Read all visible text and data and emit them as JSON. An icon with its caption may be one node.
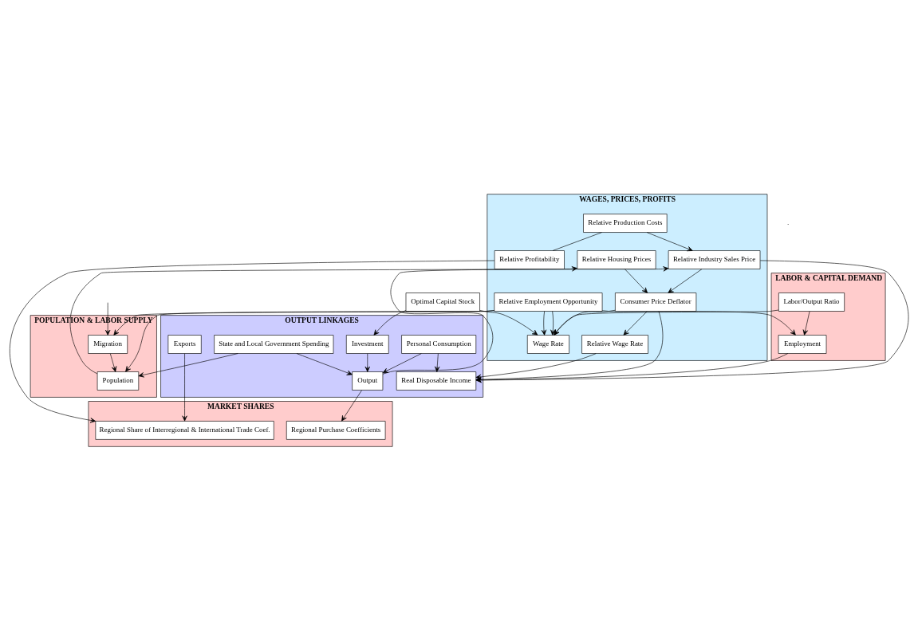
{
  "diagram": {
    "nodes": [
      {
        "text": [
          "OUTPUT LINKAGES"
        ]
      },
      {
        "text": [
          "State and Local Government Spending"
        ],
        "in": 0
      },
      {
        "text": [
          "Output"
        ],
        "in": 0
      },
      {
        "text": [
          "Personal Consumption"
        ],
        "in": 0
      },
      {
        "text": [
          "Investment"
        ],
        "in": 0
      },
      {
        "text": [
          "Exports"
        ],
        "in": 0
      },
      {
        "text": [
          "Real Disposable Income"
        ],
        "in": 0
      },
      {
        "text": [
          "POPULATION & LABOR SUPPLY"
        ]
      },
      {
        "text": [
          "Population"
        ],
        "in": 7
      },
      {
        "text": [
          "Migration"
        ],
        "in": 7
      },
      {
        "text": [
          "LABOR & CAPITAL DEMAND"
        ]
      },
      {
        "text": [
          "Optimal Capital Stock"
        ]
      },
      {
        "text": [
          "Employment"
        ],
        "in": 10
      },
      {
        "text": [
          "Labor/Output Ratio"
        ],
        "in": 10
      },
      {
        "text": [
          "MARKET SHARES"
        ]
      },
      {
        "text": [
          "Regional Purchase Coefficients"
        ],
        "in": 14
      },
      {
        "text": [
          "Regional Share of Interregional & International Trade Coef."
        ],
        "in": 14
      },
      {
        "text": [
          "WAGES, PRICES, PROFITS"
        ]
      },
      {
        "text": [
          "Relative Employment Opportunity"
        ],
        "in": 17
      },
      {
        "text": [
          "Wage Rate"
        ],
        "in": 17
      },
      {
        "text": [
          "Relative Production Costs"
        ],
        "in": 17
      },
      {
        "text": [
          "Relative Profitability"
        ],
        "in": 17
      },
      {
        "text": [
          "Consumer Price Deflator"
        ],
        "in": 17
      },
      {
        "text": [
          "Relative Housing Prices"
        ],
        "in": 17
      },
      {
        "text": [
          "Relative Wage Rate"
        ],
        "in": 17
      },
      {
        "text": [
          "Relative Industry Sales Price"
        ],
        "in": 17
      }
    ],
    "edges": [
      {
        "from": 1,
        "to": 2,
        "arrow": "to"
      },
      {
        "from": 3,
        "to": 2,
        "arrow": "to"
      },
      {
        "from": 4,
        "to": 2,
        "arrow": "to"
      },
      {
        "from": 3,
        "to": 6,
        "arrow": "to"
      },
      {
        "from": 1,
        "to": 8,
        "arrow": "to"
      },
      {
        "from": 11,
        "to": 4,
        "arrow": "to"
      },
      {
        "from": 2,
        "to": 15,
        "arrow": "to"
      },
      {
        "from": 2,
        "to": 25,
        "arrow": "to"
      },
      {
        "from": 5,
        "to": 16,
        "arrow": "to"
      },
      {
        "from": 12,
        "to": 6,
        "arrow": "to"
      },
      {
        "from": 9,
        "to": 8,
        "arrow": "to"
      },
      {
        "from": 13,
        "to": 12,
        "arrow": "to"
      },
      {
        "from": 11,
        "to": 19,
        "arrow": "to"
      },
      {
        "from": 13,
        "to": 19,
        "arrow": "to"
      },
      {
        "from": 18,
        "to": 12,
        "arrow": "to"
      },
      {
        "from": 18,
        "to": 19,
        "arrow": "to"
      },
      {
        "from": 18,
        "to": 9,
        "arrow": "to"
      },
      {
        "from": 18,
        "to": 8,
        "arrow": "to"
      },
      {
        "from": 18,
        "to": 19,
        "arrow": "to"
      },
      {
        "from": 22,
        "to": 19,
        "arrow": "to"
      },
      {
        "from": 23,
        "to": 22,
        "arrow": "to"
      },
      {
        "from": 22,
        "to": 24,
        "arrow": "to"
      },
      {
        "from": 25,
        "to": 22,
        "arrow": "to"
      },
      {
        "from": 20,
        "to": 21,
        "arrow": "none"
      },
      {
        "from": 21,
        "to": 16,
        "arrow": "to"
      },
      {
        "from": 20,
        "to": 25,
        "arrow": "to"
      },
      {
        "from": 8,
        "to": 23,
        "arrow": "to"
      },
      {
        "from": 22,
        "to": 6,
        "arrow": "to"
      },
      {
        "from": 24,
        "to": 6,
        "arrow": "to"
      },
      {
        "from": 25,
        "to": 6,
        "arrow": "to"
      },
      {
        "from": null,
        "to": 9,
        "arrow": "to"
      }
    ],
    "labels": [
      "."
    ]
  }
}
